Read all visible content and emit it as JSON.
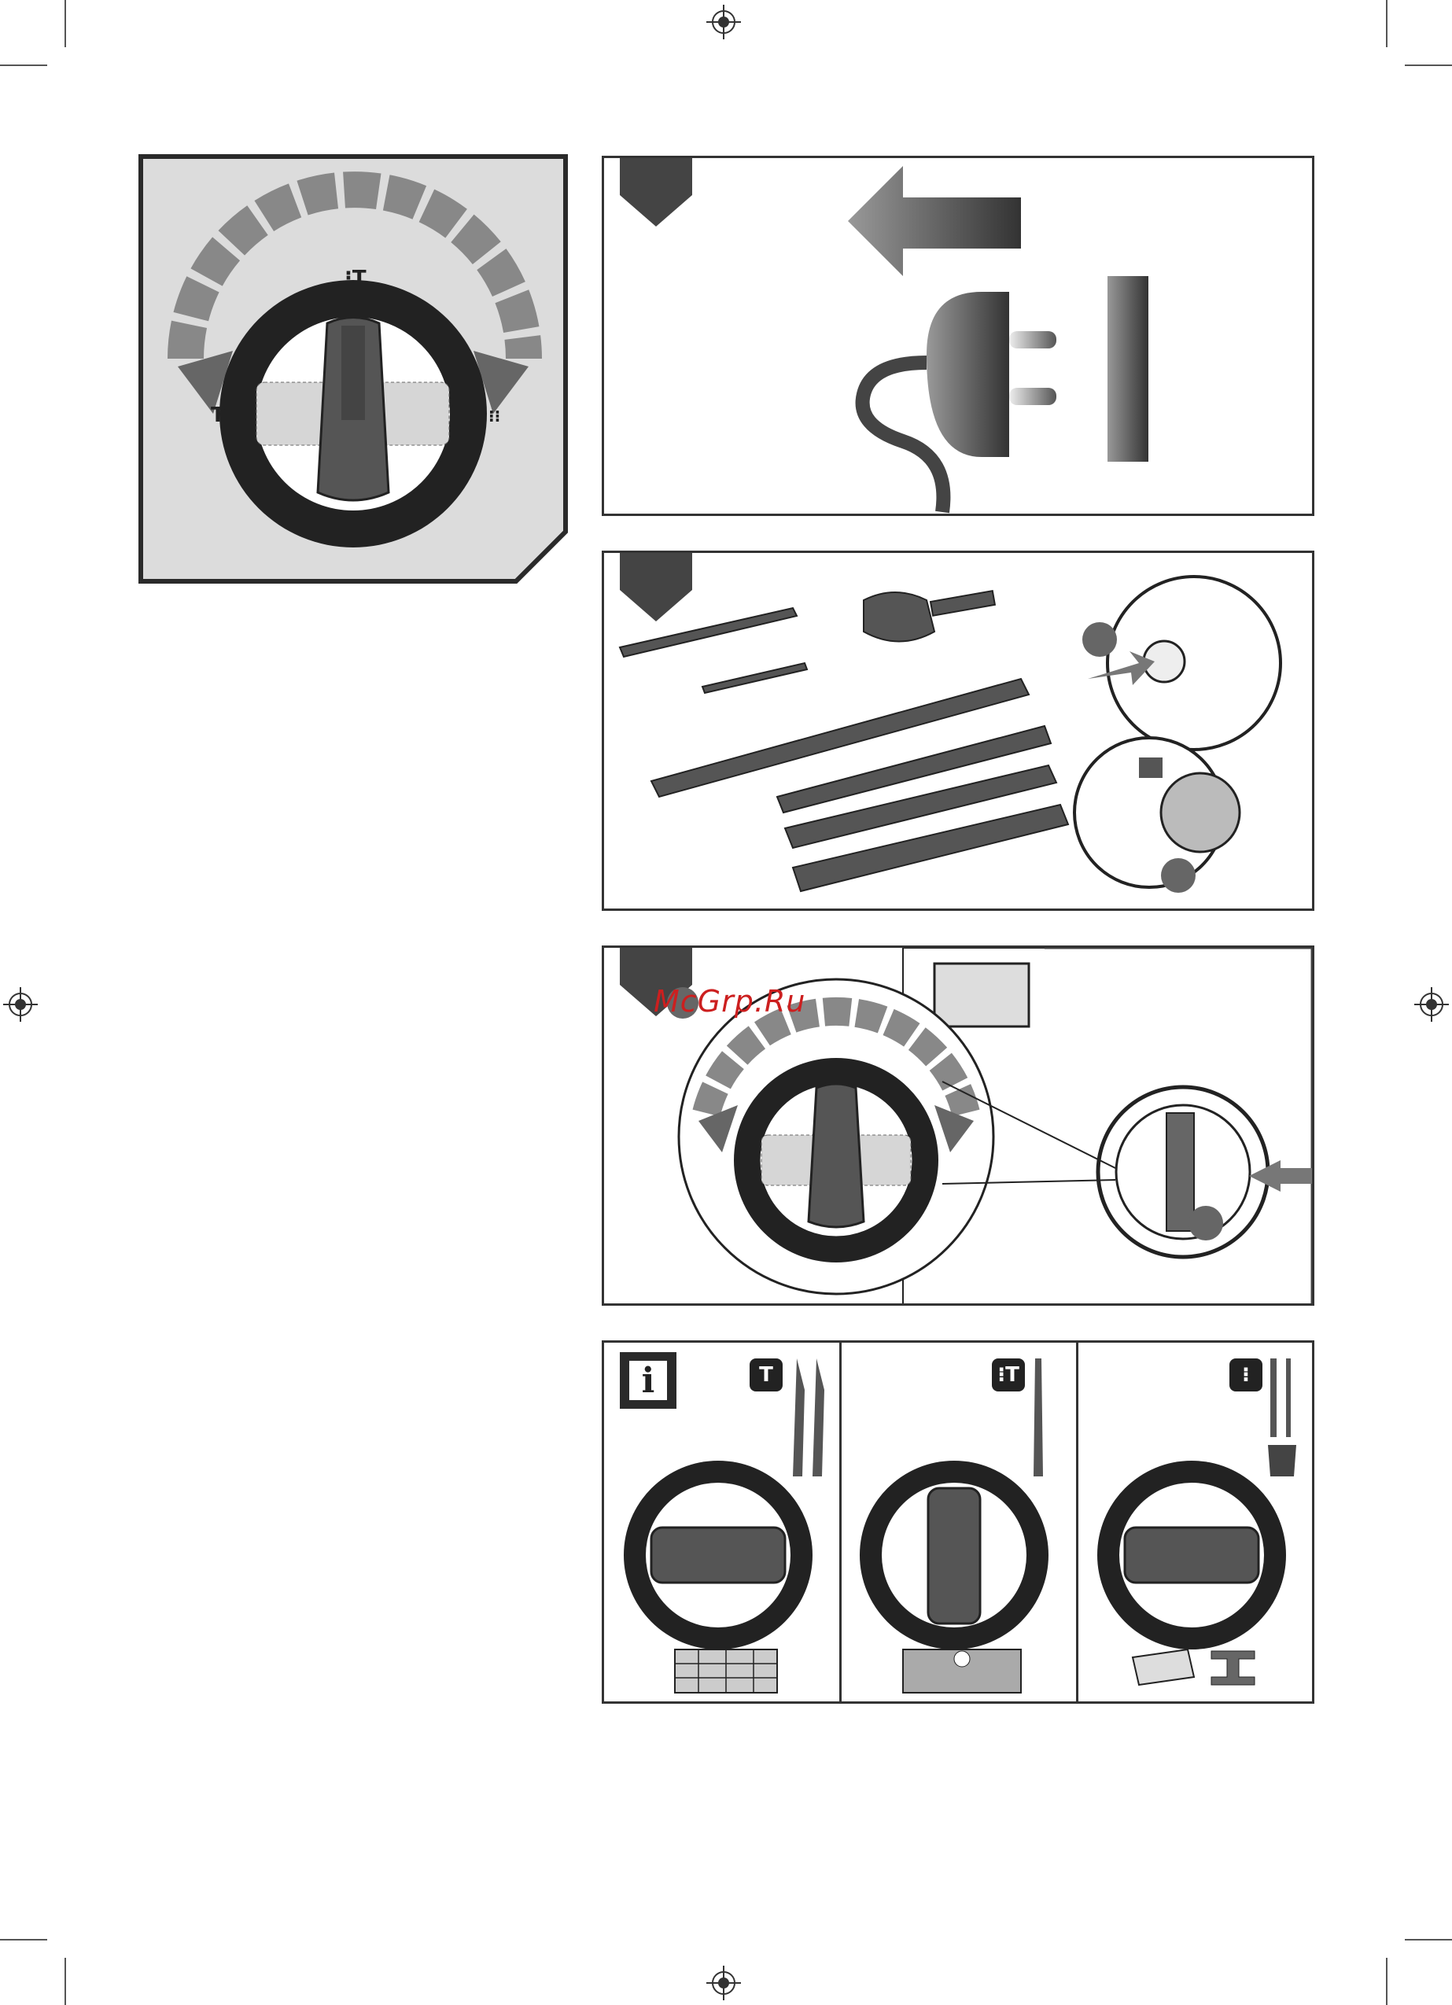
{
  "watermark": "McGrp.Ru",
  "info_badge": "i",
  "dial_labels": {
    "hammer": "T",
    "hammer_drill": "⁝T",
    "drill": "⁝⁝"
  },
  "modes": [
    {
      "badge": "T"
    },
    {
      "badge": "⁝T"
    },
    {
      "badge": "⁝"
    }
  ],
  "colors": {
    "ink": "#2a2a2a",
    "panel_border": "#333333",
    "gray_fill": "#dcdcdc",
    "watermark": "#cc1f1f"
  }
}
